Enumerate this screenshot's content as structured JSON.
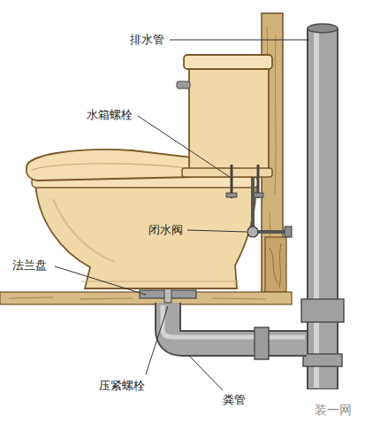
{
  "diagram": {
    "labels": [
      "排水管",
      "水箱螺栓",
      "闭水阀",
      "法兰盘",
      "压紧螺栓",
      "粪管",
      "装一网"
    ]
  }
}
